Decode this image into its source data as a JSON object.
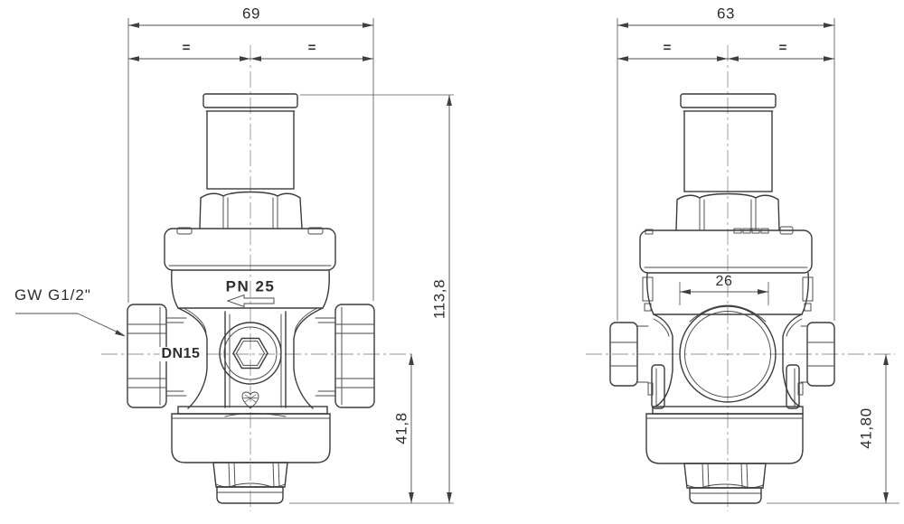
{
  "front_view": {
    "dim_overall_width": "69",
    "dim_equal_left": "=",
    "dim_equal_right": "=",
    "thread_label": "GW G1/2\"",
    "dn_label": "DN15",
    "pn_label": "PN 25",
    "dim_overall_height": "113,8",
    "dim_axis_to_bottom": "41,8"
  },
  "side_view": {
    "dim_overall_width": "63",
    "dim_equal_left": "=",
    "dim_equal_right": "=",
    "dim_gauge_boss_width": "26",
    "dim_axis_to_bottom": "41,80"
  },
  "colors": {
    "background": "#ffffff",
    "object_line": "#3b3b3b",
    "dimension_line": "#4f4f4f",
    "centerline": "#969696",
    "text": "#2e2e2e"
  }
}
